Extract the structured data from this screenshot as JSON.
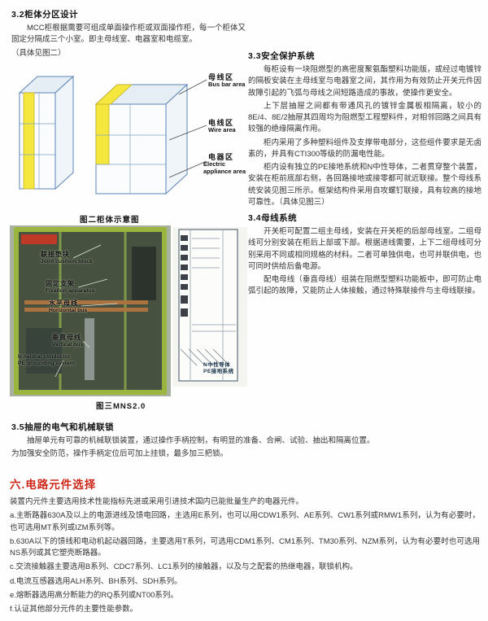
{
  "sec32": {
    "title": "3.2柜体分区设计",
    "body": "MCC柜根据需要可组成单面操作柜或双面操作柜，每一个柜体又固定分隔成三个小室。即主母线室、电器室和电缆室。",
    "note": "（具体见图二）"
  },
  "fig2": {
    "labels": [
      {
        "zh": "母线区",
        "en": "Bus bar area"
      },
      {
        "zh": "电线区",
        "en": "Wire area"
      },
      {
        "zh": "电器区",
        "en": "Electric appliance area"
      }
    ],
    "caption": "图二柜体示意图"
  },
  "sec33": {
    "title": "3.3安全保护系统",
    "p1": "每柜设有一块阻燃型的高密度聚氨酯塑料功能版，或经过电镀锌的隔板安装在主母线室与电器室之间，其作用为有效防止开关元件因故障引起的飞弧与母线之间短路造成的事故，使操作更安全。",
    "p2": "上下层抽屉之间都有带通风孔的镀锌金属板相隔离，较小的8E/4、8E/2抽屉其四周均为阻燃型工程塑料件，对相邻回路之间具有较强的绝缘隔离作用。",
    "p3": "柜内采用了多种塑料组件及支撑带电部分，这些组件要求是无卤素的，并具有CTI300等级的防漏电性能。",
    "p4": "柜内设有独立的PE接地系统和N中性导体，二者贯穿整个装置，安装在柜前底部右侧，各回路接地或接零都可就近联接。整个母线系统安装见图三所示。框架结构件采用自攻螺钉联接，具有较高的接地可靠性。（具体见图三）"
  },
  "sec34": {
    "title": "3.4母线系统",
    "p1": "开关柜可配置二组主母线，安装在开关柜的后部母线室。二组母线可分别安装在柜后上部或下部。根据进线需要，上下二组母线可分别采用不同或相同规格的材料。二者可单独供电，也可并联供电，也可同时供给后备电源。",
    "p2": "配电母线（垂直母线）组装在阻燃型塑料功能板中，即可防止电弧引起的故障，又能防止人体接触，通过特殊联接件与主母线联接。"
  },
  "fig3": {
    "photo_labels": [
      {
        "zh": "联接垫块",
        "en": "Joint cushion block"
      },
      {
        "zh": "固定支架",
        "en": "Fixation apparatus"
      },
      {
        "zh": "水平母线",
        "en": "Horizontal bus"
      },
      {
        "zh": "垂直母线",
        "en": "Vertical bus"
      }
    ],
    "ground_label": {
      "en1": "N neutral conductor",
      "en2": "PE grounding system"
    },
    "side_label": {
      "zh1": "N中性导体",
      "zh2": "PE接地系统"
    },
    "caption": "图三MNS2.0"
  },
  "sec35": {
    "title": "3.5抽屉的电气和机械联锁",
    "p1": "抽屉单元有可靠的机械联锁装置，通过操作手柄控制，有明显的准备、合闸、试验、抽出和隔离位置。",
    "p2": "为加强安全防范，操作手柄定位后可加上挂锁，最多加三把锁。"
  },
  "sec6": {
    "title": "六.电路元件选择",
    "intro": "装置内元件主要选用技术性能指标先进或采用引进技术国内已能批量生产的电器元件。",
    "items": [
      "a.主断路器630A及以上的电源进线及馈电回路，主选用E系列，也可以用CDW1系列、AE系列、CW1系列或RMW1系列，认为有必要时，也可选用MT系列或IZM系列等。",
      "b.630A以下的馈线和电动机起动器回路，主要选用T系列，可选用CDM1系列、CM1系列、TM30系列、NZM系列，认为有必要时也可选用NS系列或其它塑壳断路器。",
      "c.交流接触器主要选用B系列、CDC7系列、LC1系列的接触器，以及与之配套的热继电器，联锁机构。",
      "d.电流互感器选用ALH系列、BH系列、SDH系列。",
      "e.熔断器选用高分断能力的RQ系列或NT00系列。",
      "f.认证其他部分元件的主要性能参数。"
    ]
  },
  "colors": {
    "accent_red": "#cc2618",
    "diagram_yellow": "#f5e73e",
    "wireframe_blue": "#5b84b8",
    "cabinet_green": "#9ab63f"
  }
}
